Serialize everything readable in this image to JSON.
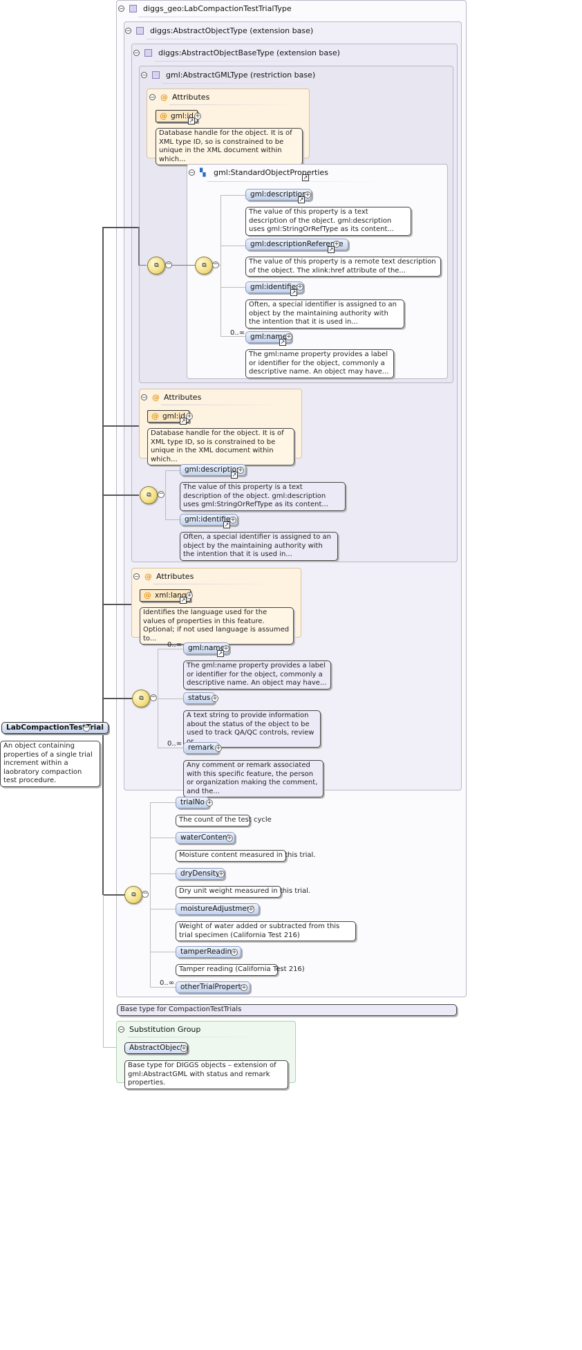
{
  "root": {
    "label": "LabCompactionTestTrial",
    "doc": "An object containing properties of a single trial increment within a laobratory compaction test procedure."
  },
  "types": {
    "t1": "diggs_geo:LabCompactionTestTrialType",
    "t2": "diggs:AbstractObjectType (extension base)",
    "t3": "diggs:AbstractObjectBaseType (extension base)",
    "t4": "gml:AbstractGMLType (restriction base)"
  },
  "attributes_label": "Attributes",
  "gml_id": {
    "label": "gml:id",
    "doc": "Database handle for the object. It is of XML type ID, so is constrained to be unique in the XML document within which..."
  },
  "std_props": {
    "label": "gml:StandardObjectProperties",
    "items": [
      {
        "label": "gml:description",
        "occ": "",
        "doc": "The value of this property is a text description of the object. gml:description uses gml:StringOrRefType as its content..."
      },
      {
        "label": "gml:descriptionReference",
        "occ": "",
        "doc": "The value of this property is a remote text description of the object. The xlink:href attribute of the..."
      },
      {
        "label": "gml:identifier",
        "occ": "",
        "doc": "Often, a special identifier is assigned to an object by the maintaining authority with the intention that it is used in..."
      },
      {
        "label": "gml:name",
        "occ": "0..∞",
        "doc": "The gml:name property provides a label or identifier for the object, commonly a descriptive name. An object may have..."
      }
    ]
  },
  "base_elems": [
    {
      "label": "gml:description",
      "doc": "The value of this property is a text description of the object. gml:description uses gml:StringOrRefType as its content..."
    },
    {
      "label": "gml:identifier",
      "doc": "Often, a special identifier is assigned to an object by the maintaining authority with the intention that it is used in..."
    }
  ],
  "xml_lang": {
    "label": "xml:lang",
    "doc": "Identifies the language used for the values of properties in this feature. Optional; if not used language is assumed to..."
  },
  "object_elems": [
    {
      "label": "gml:name",
      "occ": "0..∞",
      "doc": "The gml:name property provides a label or identifier for the object, commonly a descriptive name. An object may have..."
    },
    {
      "label": "status",
      "occ": "",
      "doc": "A text string to provide information about the status of the object to be used to track QA/QC controls, review or..."
    },
    {
      "label": "remark",
      "occ": "0..∞",
      "doc": "Any comment or remark associated with this specific feature, the person or organization making the comment, and the..."
    }
  ],
  "trial_elems": [
    {
      "label": "trialNo",
      "occ": "",
      "doc": "The count of the test cycle"
    },
    {
      "label": "waterContent",
      "occ": "",
      "doc": "Moisture content measured in this trial."
    },
    {
      "label": "dryDensity",
      "occ": "",
      "doc": "Dry unit weight measured in this trial."
    },
    {
      "label": "moistureAdjustment",
      "occ": "",
      "doc": "Weight of water added or subtracted from this trial specimen (California Test 216)"
    },
    {
      "label": "tamperReading",
      "occ": "",
      "doc": "Tamper reading (California Test 216)"
    },
    {
      "label": "otherTrialProperty",
      "occ": "0..∞",
      "doc": ""
    }
  ],
  "type_doc": "Base type for CompactionTestTrials",
  "subst": {
    "label": "Substitution Group",
    "elem": "AbstractObject",
    "doc": "Base type for DIGGS objects – extension of gml:AbstractGML with status and remark properties."
  },
  "icons": {
    "collapse": "minus-circle-icon",
    "expand": "plus-circle-icon",
    "link": "link-arrow-icon",
    "sequence": "sequence-compositor-icon",
    "attribute": "at-icon",
    "type": "type-square-icon",
    "group": "model-group-icon"
  }
}
